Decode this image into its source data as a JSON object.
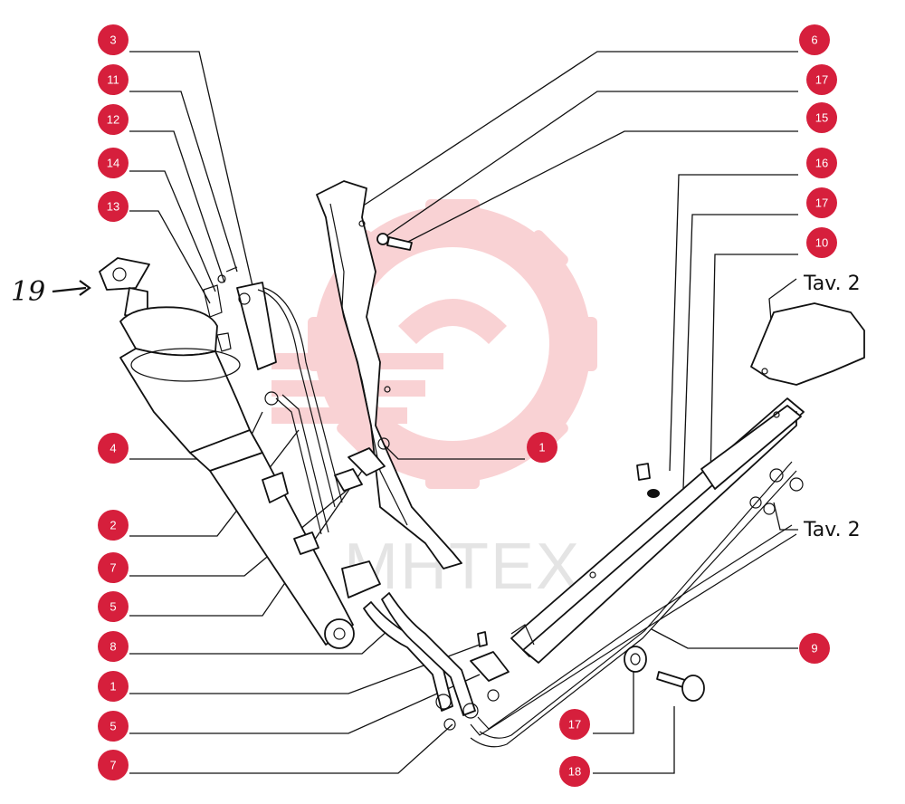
{
  "colors": {
    "callout_fill": "#d61f3c",
    "callout_text": "#ffffff",
    "line": "#111111",
    "watermark_gear": "#e8363f",
    "watermark_text": "#cfcfcf"
  },
  "watermark": {
    "text": "MHTEX",
    "icon": "gear-wrench-logo"
  },
  "handwritten_label": "19",
  "reference_labels": [
    "Tav. 2",
    "Tav. 2"
  ],
  "callouts_left": [
    "3",
    "11",
    "12",
    "14",
    "13",
    "4",
    "2",
    "7",
    "5",
    "8",
    "1",
    "5",
    "7"
  ],
  "callouts_right_top": [
    "6",
    "17",
    "15",
    "16",
    "17",
    "10"
  ],
  "callouts_middle": [
    "1",
    "9",
    "17",
    "18"
  ]
}
